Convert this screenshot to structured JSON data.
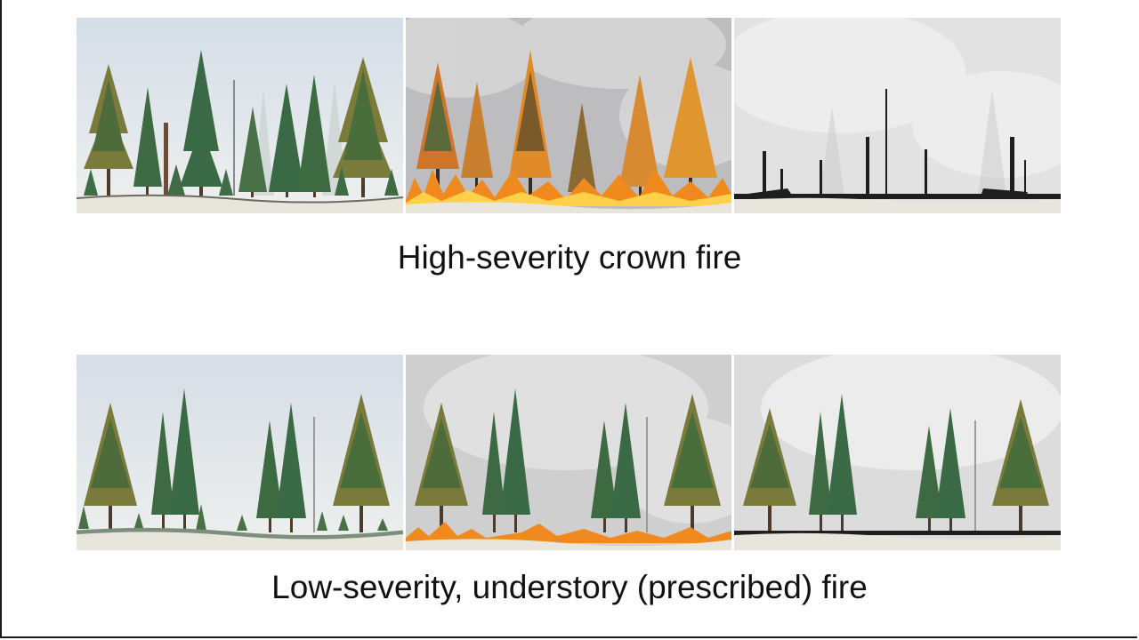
{
  "captions": {
    "crown_fire": "High-severity crown fire",
    "understory_fire": "Low-severity, understory (prescribed) fire"
  },
  "colors": {
    "sky": "#dfe5ec",
    "smoke": "#cfcfd0",
    "ground": "#e7e5dc",
    "foliage": "#3f6b3f",
    "foliage_light": "#7d7a3e",
    "flame": "#f08a1e",
    "charred": "#1e1e1e"
  },
  "panels": {
    "crown": [
      "pre-fire-forest",
      "active-crown-fire",
      "post-crown-fire"
    ],
    "understory": [
      "pre-fire-forest",
      "active-understory-fire",
      "post-understory-fire"
    ]
  }
}
